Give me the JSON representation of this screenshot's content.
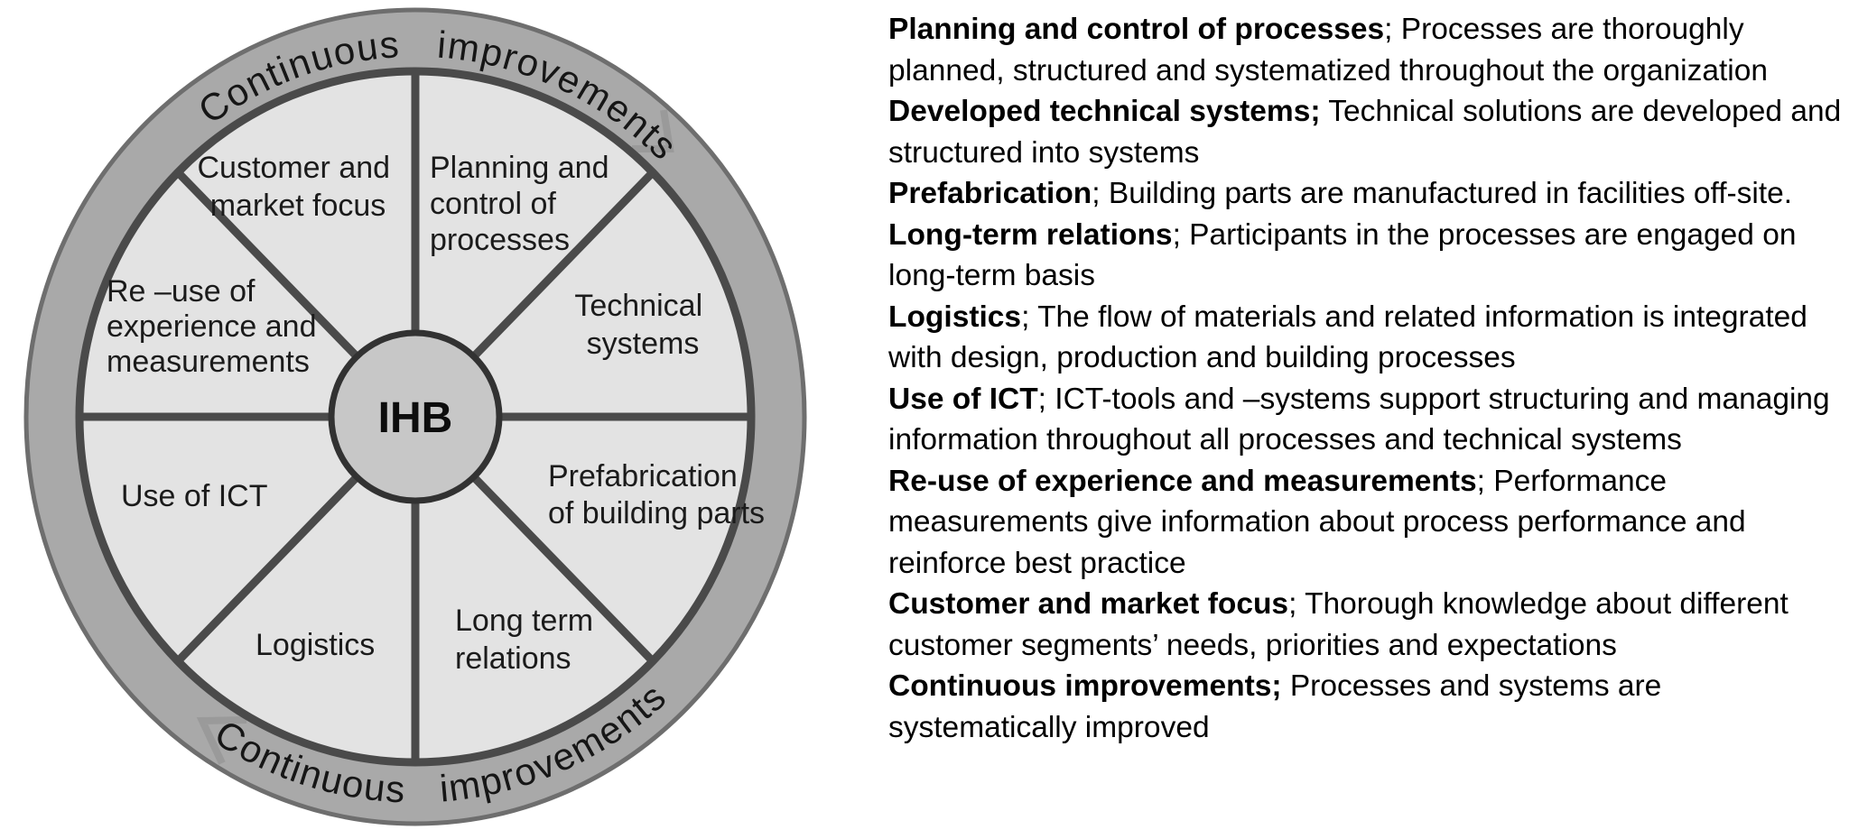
{
  "wheel": {
    "hub_label": "IHB",
    "ring_text_top": "Continuous   improvements",
    "ring_text_bottom": "Continuous   improvements",
    "segments": [
      {
        "id": "planning-and-control",
        "lines": [
          "Planning and",
          "control of",
          "processes"
        ]
      },
      {
        "id": "technical-systems",
        "lines": [
          "Technical",
          "systems"
        ]
      },
      {
        "id": "prefabrication",
        "lines": [
          "Prefabrication",
          "of building parts"
        ]
      },
      {
        "id": "long-term-relations",
        "lines": [
          "Long term",
          "relations"
        ]
      },
      {
        "id": "logistics",
        "lines": [
          "Logistics"
        ]
      },
      {
        "id": "use-of-ict",
        "lines": [
          "Use of ICT"
        ]
      },
      {
        "id": "re-use",
        "lines": [
          "Re –use of",
          "experience and",
          "measurements"
        ]
      },
      {
        "id": "customer-market-focus",
        "lines": [
          "Customer and",
          "market focus"
        ]
      }
    ],
    "colors": {
      "ring_fill": "#a9a9a9",
      "ring_outer_stroke": "#6e6e6e",
      "wheel_fill": "#e3e3e3",
      "line": "#4a4a4a",
      "hub_fill": "#c7c7c7",
      "hub_stroke": "#323232",
      "chevron": "#9a9a9a"
    }
  },
  "definitions": [
    {
      "term": "Planning and control of processes",
      "rest": "; Processes are thoroughly planned, structured and systematized throughout the organization"
    },
    {
      "term": "Developed technical systems;",
      "rest": " Technical solutions are developed and structured into systems"
    },
    {
      "term": "Prefabrication",
      "rest": "; Building parts are manufactured in facilities off-site."
    },
    {
      "term": "Long-term relations",
      "rest": "; Participants in the processes are engaged on long-term basis"
    },
    {
      "term": "Logistics",
      "rest": "; The flow of materials and related information is integrated with design, production and building processes"
    },
    {
      "term": "Use of ICT",
      "rest": "; ICT-tools and –systems support structuring and managing information throughout all processes and technical systems"
    },
    {
      "term": "Re-use of experience and measurements",
      "rest": "; Performance measurements give information about process performance and reinforce best practice"
    },
    {
      "term": "Customer and market focus",
      "rest": "; Thorough knowledge about different customer segments’ needs, priorities and expectations"
    },
    {
      "term": "Continuous improvements;",
      "rest": " Processes and systems are systematically improved"
    }
  ]
}
